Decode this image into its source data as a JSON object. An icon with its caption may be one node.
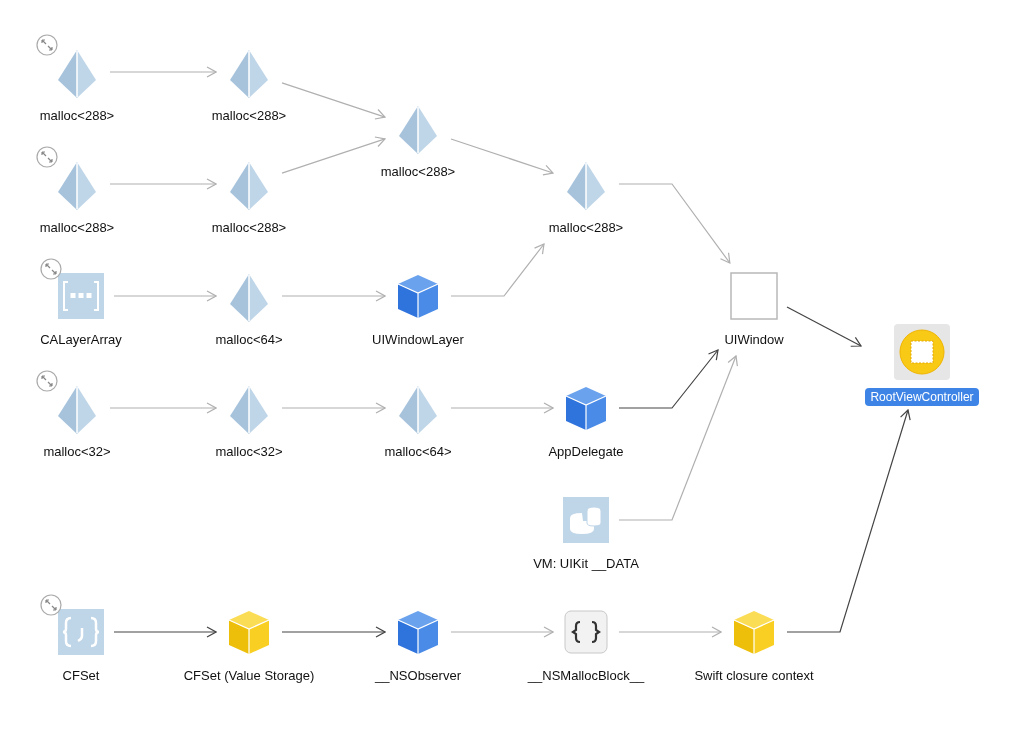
{
  "diagram": {
    "nodes": [
      {
        "text": [
          "malloc<288>"
        ]
      },
      {
        "text": [
          "malloc<288>"
        ]
      },
      {
        "text": [
          "malloc<288>"
        ]
      },
      {
        "text": [
          "malloc<288>"
        ]
      },
      {
        "text": [
          "malloc<288>"
        ]
      },
      {
        "text": [
          "malloc<288>"
        ]
      },
      {
        "text": [
          "CALayerArray"
        ]
      },
      {
        "text": [
          "malloc<64>"
        ]
      },
      {
        "text": [
          "UIWindowLayer"
        ]
      },
      {
        "text": [
          "UIWindow"
        ]
      },
      {
        "text": [
          "RootViewController"
        ]
      },
      {
        "text": [
          "malloc<32>"
        ]
      },
      {
        "text": [
          "malloc<32>"
        ]
      },
      {
        "text": [
          "malloc<64>"
        ]
      },
      {
        "text": [
          "AppDelegate"
        ]
      },
      {
        "text": [
          "VM: UIKit __DATA"
        ]
      },
      {
        "text": [
          "CFSet"
        ]
      },
      {
        "text": [
          "CFSet (Value Storage)"
        ]
      },
      {
        "text": [
          "__NSObserver"
        ]
      },
      {
        "text": [
          "__NSMallocBlock__"
        ]
      },
      {
        "text": [
          "Swift closure context"
        ]
      }
    ],
    "edges": [
      {
        "from": 0,
        "to": 1,
        "arrow": "to"
      },
      {
        "from": 1,
        "to": 2,
        "arrow": "to"
      },
      {
        "from": 4,
        "to": 2,
        "arrow": "to"
      },
      {
        "from": 3,
        "to": 4,
        "arrow": "to"
      },
      {
        "from": 2,
        "to": 5,
        "arrow": "to"
      },
      {
        "from": 5,
        "to": 9,
        "arrow": "to"
      },
      {
        "from": 6,
        "to": 7,
        "arrow": "to"
      },
      {
        "from": 7,
        "to": 8,
        "arrow": "to"
      },
      {
        "from": 8,
        "to": 5,
        "arrow": "to"
      },
      {
        "from": 11,
        "to": 12,
        "arrow": "to"
      },
      {
        "from": 12,
        "to": 13,
        "arrow": "to"
      },
      {
        "from": 13,
        "to": 14,
        "arrow": "to"
      },
      {
        "from": 14,
        "to": 9,
        "arrow": "to",
        "color": "#444444"
      },
      {
        "from": 15,
        "to": 9,
        "arrow": "to"
      },
      {
        "from": 9,
        "to": 10,
        "arrow": "to",
        "color": "#444444"
      },
      {
        "from": 16,
        "to": 17,
        "arrow": "to",
        "color": "#444444"
      },
      {
        "from": 17,
        "to": 18,
        "arrow": "to",
        "color": "#444444"
      },
      {
        "from": 18,
        "to": 19,
        "arrow": "to"
      },
      {
        "from": 19,
        "to": 20,
        "arrow": "to"
      },
      {
        "from": 20,
        "to": 10,
        "arrow": "to",
        "color": "#444444"
      }
    ]
  }
}
